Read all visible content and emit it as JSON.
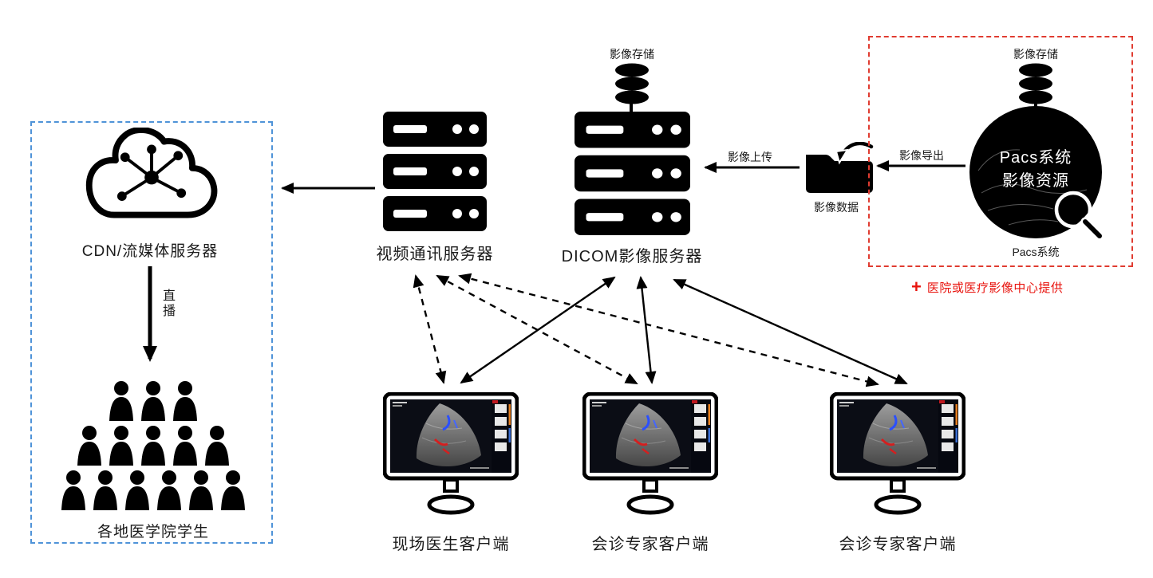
{
  "diagram": {
    "cdn": {
      "label": "CDN/流媒体服务器"
    },
    "live_arrow": {
      "label": "直播"
    },
    "students": {
      "label": "各地医学院学生"
    },
    "video_server": {
      "label": "视频通讯服务器"
    },
    "dicom_server": {
      "label": "DICOM影像服务器",
      "storage_label": "影像存储"
    },
    "folder": {
      "label": "影像数据"
    },
    "upload_arrow": {
      "label": "影像上传"
    },
    "export_arrow": {
      "label": "影像导出"
    },
    "provider": {
      "storage_label": "影像存储",
      "circle_title_line1": "Pacs系统",
      "circle_title_line2": "影像资源",
      "system_label": "Pacs系统",
      "caption_plus": "+",
      "caption_text": "医院或医疗影像中心提供"
    },
    "clients": [
      {
        "label": "现场医生客户端"
      },
      {
        "label": "会诊专家客户端"
      },
      {
        "label": "会诊专家客户端"
      }
    ],
    "colors": {
      "provider_box_border": "#e03c31",
      "cdn_box_border": "#4f93d8",
      "caption_red": "#e8130d",
      "line_black": "#000000"
    }
  }
}
